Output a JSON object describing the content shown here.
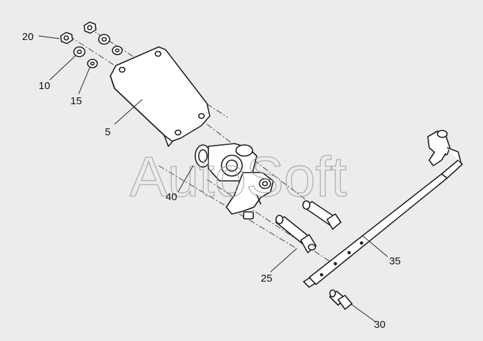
{
  "watermark": {
    "text": "AutoSoft"
  },
  "callouts": [
    {
      "id": "20",
      "label": "20"
    },
    {
      "id": "10",
      "label": "10"
    },
    {
      "id": "15",
      "label": "15"
    },
    {
      "id": "5",
      "label": "5"
    },
    {
      "id": "40",
      "label": "40"
    },
    {
      "id": "25",
      "label": "25"
    },
    {
      "id": "35",
      "label": "35"
    },
    {
      "id": "30",
      "label": "30"
    }
  ]
}
